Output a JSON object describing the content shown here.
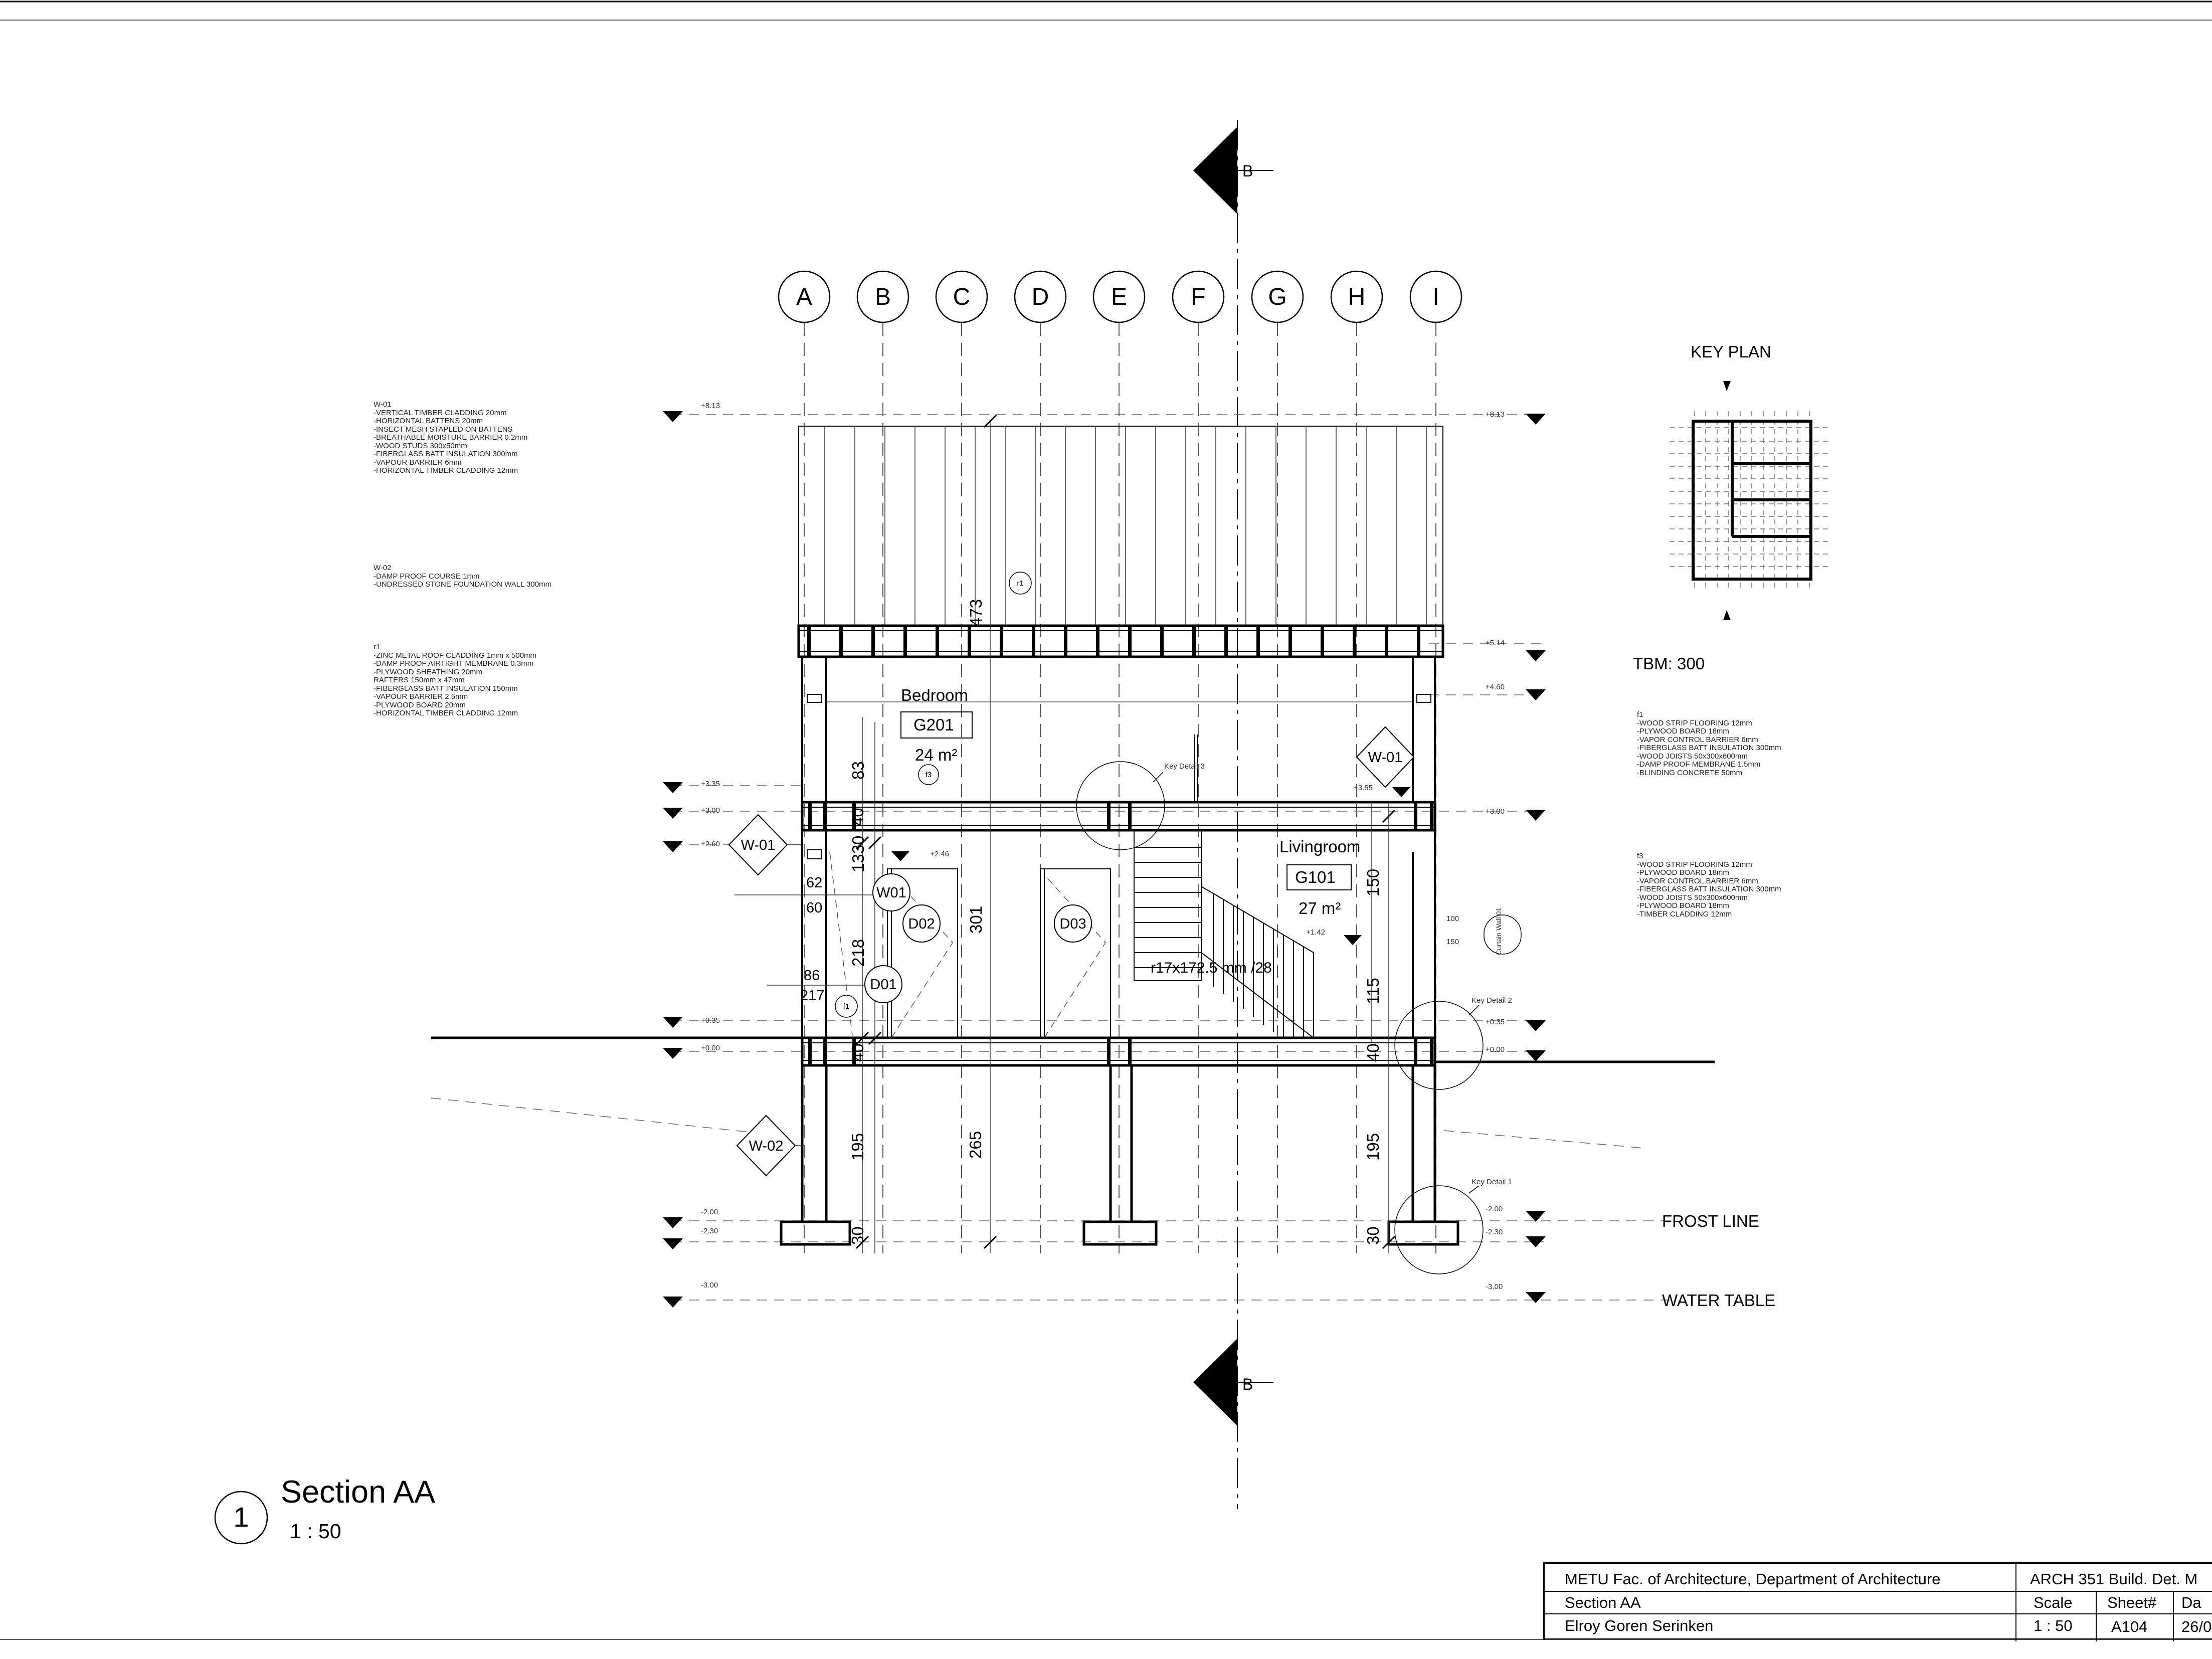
{
  "section_marker": {
    "label": "B"
  },
  "grid_labels": [
    "A",
    "B",
    "C",
    "D",
    "E",
    "F",
    "G",
    "H",
    "I"
  ],
  "levels": {
    "left": [
      "+8.13",
      "+3.35",
      "+3.00",
      "+2.60",
      "+0.35",
      "+0.00",
      "-2.00",
      "-2.30",
      "-3.00"
    ],
    "right": [
      "+8.13",
      "+5.14",
      "+4.60",
      "+3.00",
      "+0.35",
      "+0.00",
      "-2.00",
      "-2.30",
      "-3.00"
    ],
    "inner_left": "+2.46",
    "inner_right": "+1.42",
    "small_355": "+3.55"
  },
  "rooms": {
    "bedroom": {
      "name": "Bedroom",
      "number": "G201",
      "area": "24 m²"
    },
    "livingroom": {
      "name": "Livingroom",
      "number": "G101",
      "area": "27 m²"
    }
  },
  "dimensions": {
    "d473": "473",
    "d83": "83",
    "d40_upper": "40",
    "d1330": "1330",
    "d218": "218",
    "d62": "62",
    "d60": "60",
    "d86": "86",
    "d217": "217",
    "d40_ground": "40",
    "d195_left": "195",
    "d30_left": "30",
    "d265": "265",
    "d301": "301",
    "d150": "150",
    "d115": "115",
    "d40_right": "40",
    "d195_right": "195",
    "d30_right": "30",
    "d100": "100",
    "d150_small": "150"
  },
  "stair_label": "r17x172.5 mm /28",
  "tags": {
    "w01_upper": "W-01",
    "w01_left": "W-01",
    "w02": "W-02",
    "window": "W01",
    "door1": "D01",
    "door2": "D02",
    "door3": "D03",
    "f1": "f1",
    "f3": "f3",
    "r1": "r1",
    "curtain_wall": "Curtain Wall 01"
  },
  "key_details": {
    "kd1": "Key Detail 1",
    "kd2": "Key Detail 2",
    "kd3": "Key Detail 3"
  },
  "ground_notes": {
    "frost": "FROST LINE",
    "water": "WATER TABLE"
  },
  "key_plan": {
    "title": "KEY PLAN",
    "tbm": "TBM: 300"
  },
  "notes": {
    "w01": "W-01\n-VERTICAL TIMBER CLADDING 20mm\n-HORIZONTAL BATTENS 20mm\n-INSECT MESH STAPLED ON BATTENS\n-BREATHABLE MOISTURE BARRIER 0.2mm\n-WOOD STUDS 300x50mm\n-FIBERGLASS BATT INSULATION 300mm\n-VAPOUR BARRIER 6mm\n-HORIZONTAL TIMBER CLADDING 12mm",
    "w02": "W-02\n-DAMP PROOF COURSE 1mm\n-UNDRESSED STONE FOUNDATION WALL 300mm",
    "r1": "r1\n-ZINC METAL ROOF CLADDING 1mm x 500mm\n-DAMP PROOF AIRTIGHT MEMBRANE 0.3mm\n-PLYWOOD SHEATHING 20mm\nRAFTERS 150mm x 47mm\n-FIBERGLASS BATT INSULATION 150mm\n-VAPOUR BARRIER 2.5mm\n-PLYWOOD BOARD 20mm\n-HORIZONTAL TIMBER CLADDING 12mm",
    "f1": "f1\n-WOOD STRIP FLOORING 12mm\n-PLYWOOD BOARD 18mm\n-VAPOR CONTROL BARRIER 6mm\n-FIBERGLASS BATT INSULATION 300mm\n-WOOD JOISTS 50x300x600mm\n-DAMP PROOF MEMBRANE 1.5mm\n-BLINDING CONCRETE 50mm",
    "f3": "f3\n-WOOD STRIP FLOORING 12mm\n-PLYWOOD BOARD 18mm\n-VAPOR CONTROL BARRIER 6mm\n-FIBERGLASS BATT INSULATION 300mm\n-WOOD JOISTS 50x300x600mm\n-PLYWOOD BOARD 18mm\n-TIMBER CLADDING 12mm"
  },
  "view": {
    "number": "1",
    "title": "Section AA",
    "scale": "1 : 50"
  },
  "title_block": {
    "institution": "METU Fac. of Architecture, Department of Architecture",
    "course": "ARCH 351 Build. Det. M",
    "sheet_name": "Section AA",
    "author": "Elroy Goren Serinken",
    "scale_label": "Scale",
    "sheet_label": "Sheet#",
    "date_label": "Da",
    "scale_value": "1 : 50",
    "sheet_value": "A104",
    "date_value": "26/0"
  }
}
